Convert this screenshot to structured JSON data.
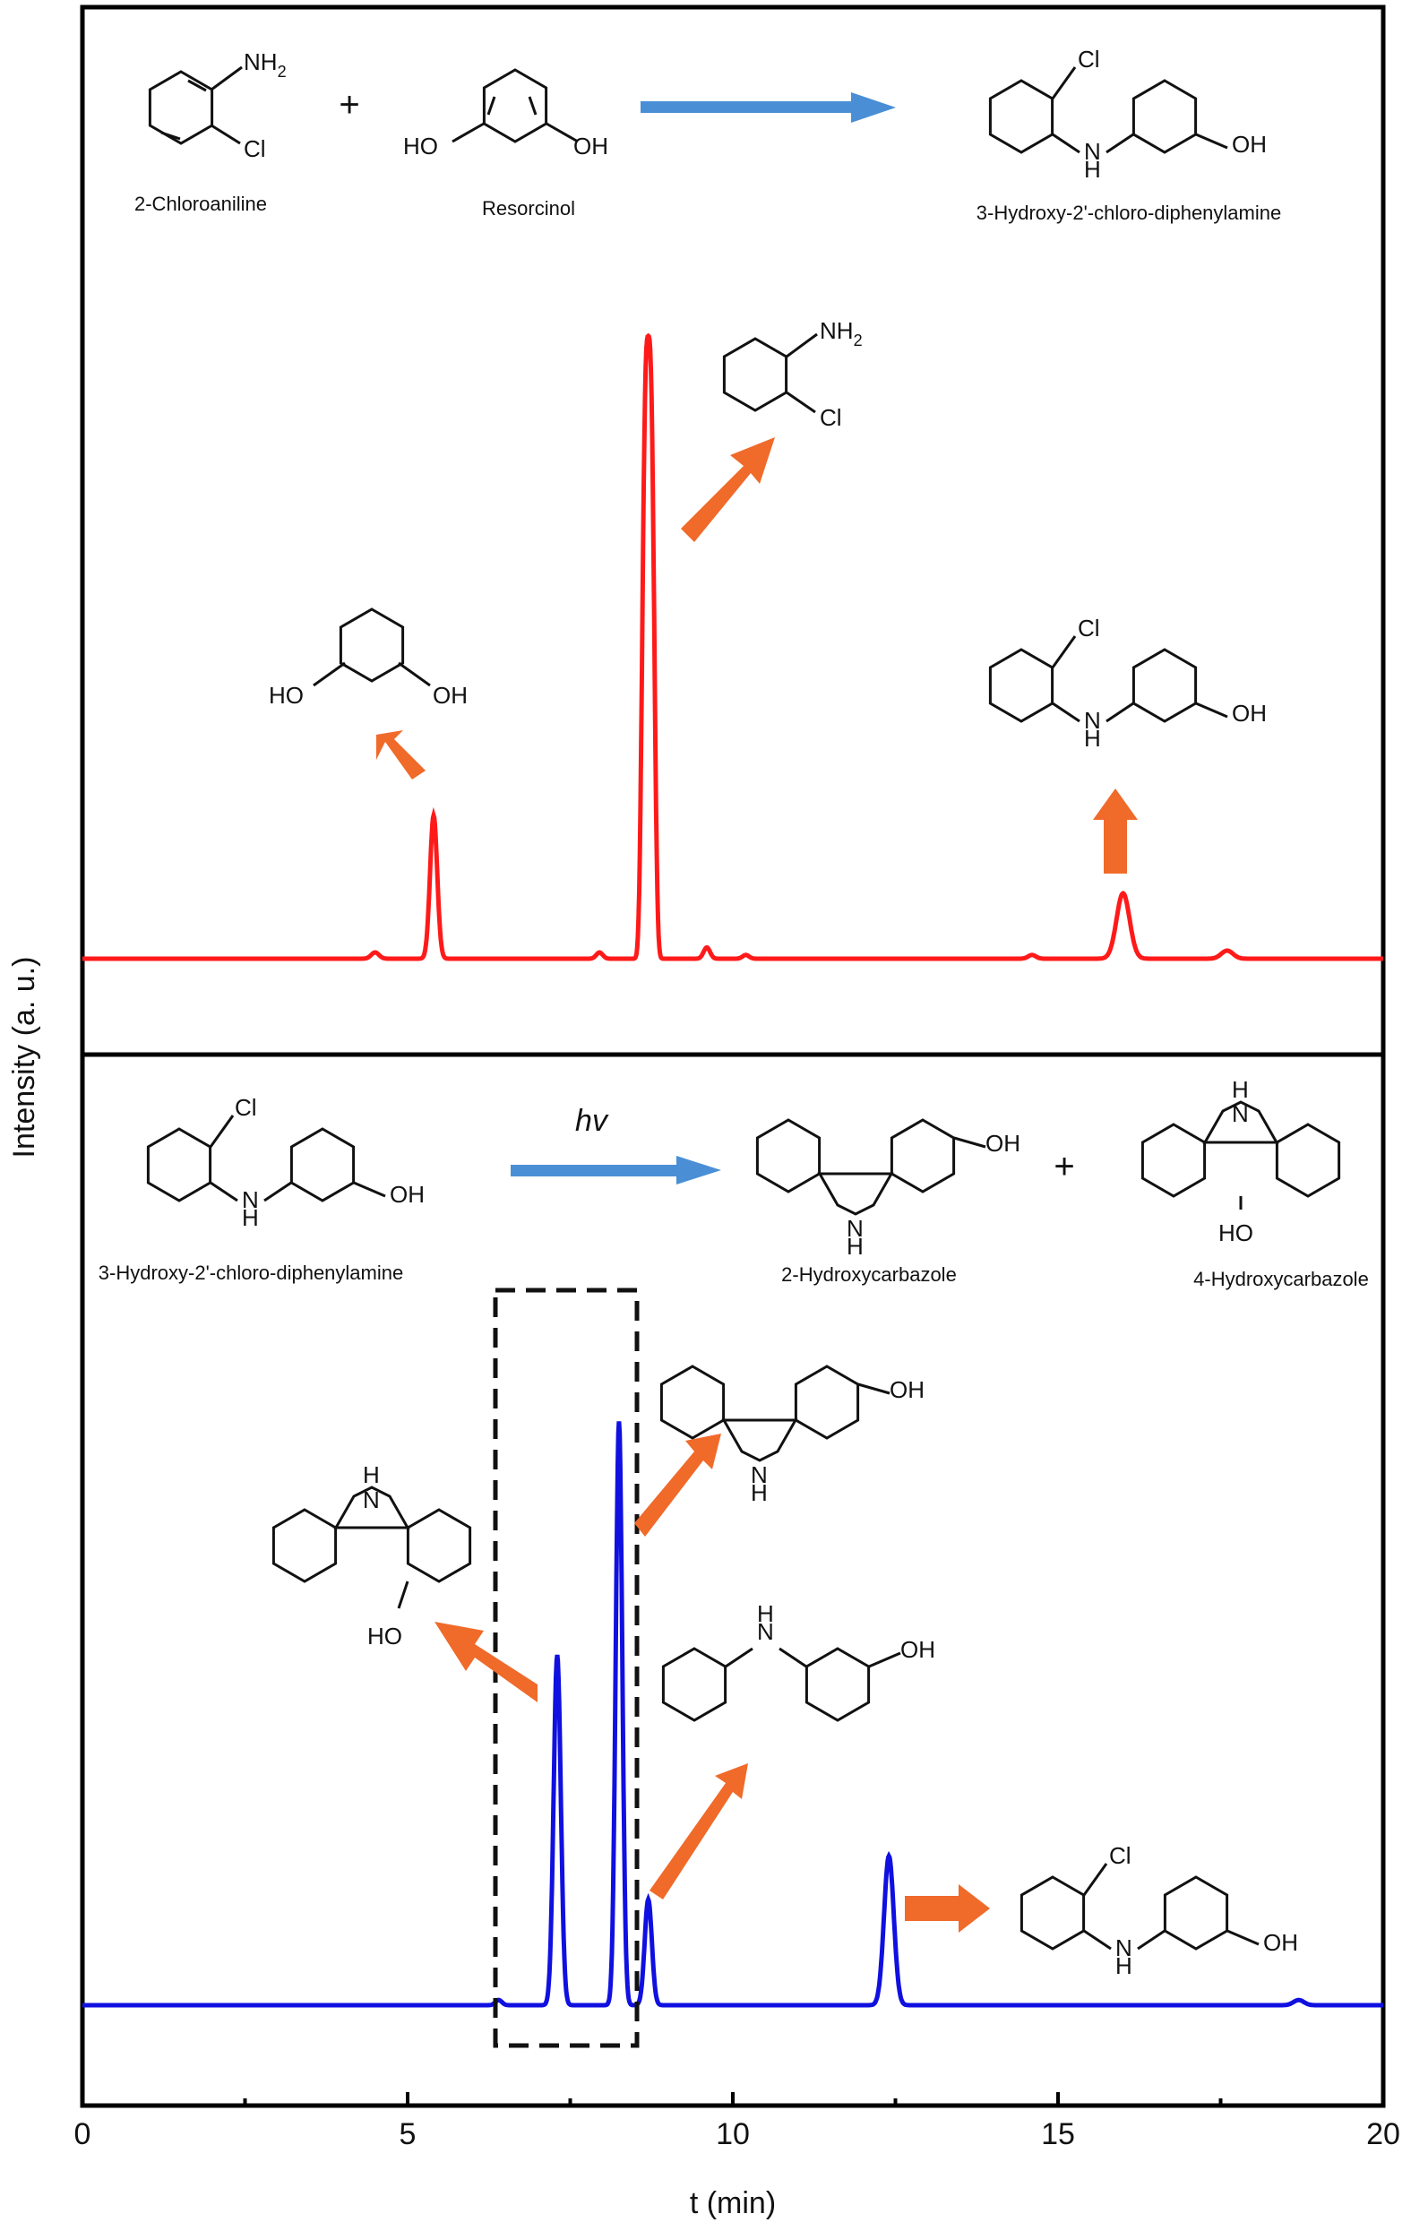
{
  "chart_data": [
    {
      "type": "line",
      "panel": "top",
      "xlabel": "t (min)",
      "ylabel": "Intensity (a. u.)",
      "xlim": [
        0,
        20
      ],
      "xticks": [
        "0",
        "5",
        "10",
        "15",
        "20"
      ],
      "color": "#ff1a1a",
      "peaks": [
        {
          "t": 4.5,
          "height": 0.01,
          "width": 0.06
        },
        {
          "t": 5.4,
          "height": 0.23,
          "width": 0.055
        },
        {
          "t": 7.95,
          "height": 0.01,
          "width": 0.05
        },
        {
          "t": 8.7,
          "height": 1.0,
          "width": 0.085,
          "flat": true
        },
        {
          "t": 9.6,
          "height": 0.018,
          "width": 0.05
        },
        {
          "t": 10.2,
          "height": 0.006,
          "width": 0.05
        },
        {
          "t": 14.6,
          "height": 0.006,
          "width": 0.06
        },
        {
          "t": 16.0,
          "height": 0.105,
          "width": 0.1
        },
        {
          "t": 17.6,
          "height": 0.013,
          "width": 0.09
        }
      ],
      "scheme": {
        "reactant1": "2-Chloroaniline",
        "reactant2": "Resorcinol",
        "product": "3-Hydroxy-2'-chloro-diphenylamine",
        "plus": "+"
      }
    },
    {
      "type": "line",
      "panel": "bottom",
      "xlabel": "t (min)",
      "ylabel": "Intensity (a. u.)",
      "xlim": [
        0,
        20
      ],
      "xticks": [
        "0",
        "5",
        "10",
        "15",
        "20"
      ],
      "color": "#1010e0",
      "peaks": [
        {
          "t": 6.4,
          "height": 0.008,
          "width": 0.05
        },
        {
          "t": 7.3,
          "height": 0.54,
          "width": 0.055
        },
        {
          "t": 8.25,
          "height": 0.9,
          "width": 0.05
        },
        {
          "t": 8.7,
          "height": 0.163,
          "width": 0.055
        },
        {
          "t": 12.4,
          "height": 0.23,
          "width": 0.075
        },
        {
          "t": 18.7,
          "height": 0.008,
          "width": 0.08
        }
      ],
      "scheme": {
        "reactant": "3-Hydroxy-2'-chloro-diphenylamine",
        "condition": "hv",
        "product1": "2-Hydroxycarbazole",
        "product2": "4-Hydroxycarbazole",
        "plus": "+"
      }
    }
  ],
  "atoms": {
    "nh2": "NH",
    "sub2": "2",
    "cl": "Cl",
    "ho": "HO",
    "oh": "OH",
    "h": "H",
    "n": "N"
  },
  "colors": {
    "arrow_blue": "#4a8fd6",
    "arrow_orange": "#f06a2a",
    "frame": "#000000"
  }
}
